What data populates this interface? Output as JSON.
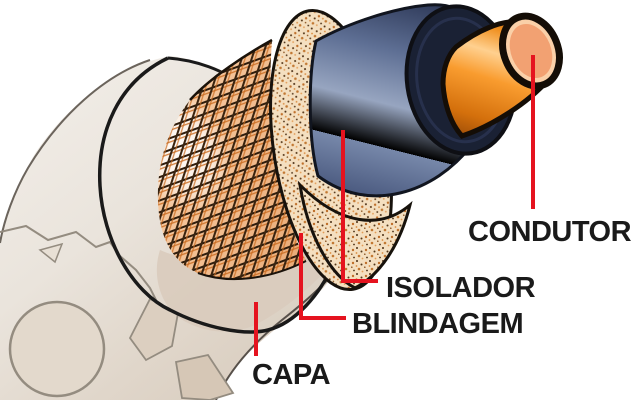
{
  "diagram": {
    "subject": "coaxial-cable-cutaway",
    "background": "#FFFFFF",
    "labels": {
      "condutor": "CONDUTOR",
      "isolador": "ISOLADOR",
      "blindagem": "BLINDAGEM",
      "capa": "CAPA"
    },
    "colors": {
      "callout_red": "#E5131F",
      "label_text": "#1A1A1A",
      "conductor_orange": "#F08A1E",
      "conductor_face_peach": "#F2A478",
      "insulator_blue": "#5A6B8E",
      "insulator_end_navy": "#1A2134",
      "foam_speckled_cream": "#F4DFC0",
      "braid_tan": "#F2BE92",
      "jacket_cream": "#EFEAE3",
      "outline_black": "#14100B"
    }
  }
}
